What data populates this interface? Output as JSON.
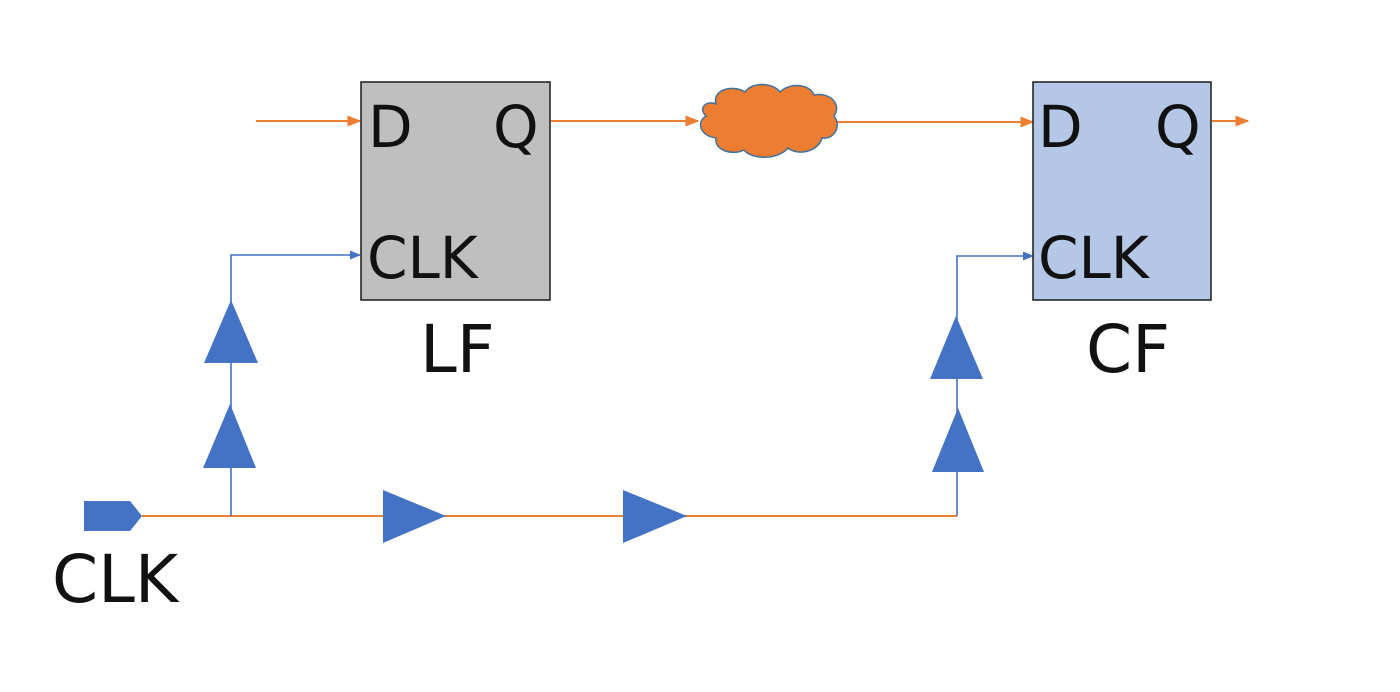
{
  "flipflops": [
    {
      "id": "launch",
      "pin_d": "D",
      "pin_q": "Q",
      "pin_clk": "CLK",
      "name": "LF",
      "fill": "#bfbfbf"
    },
    {
      "id": "capture",
      "pin_d": "D",
      "pin_q": "Q",
      "pin_clk": "CLK",
      "name": "CF",
      "fill": "#b4c7e7"
    }
  ],
  "clock_port": {
    "label": "CLK",
    "fill": "#4472c4"
  },
  "colors": {
    "data_wire": "#ed7d31",
    "clock_wire": "#4472c4",
    "buffer_fill": "#4472c4",
    "cloud_fill": "#ed7d31",
    "cloud_stroke": "#41719c",
    "box_stroke": "#1a1a1a"
  },
  "buffers": {
    "launch_branch_count": 2,
    "main_path_count": 2,
    "capture_branch_count": 2
  },
  "icons": {
    "logic_cloud": "combinational-logic-cloud-icon",
    "buffer": "buffer-triangle-icon",
    "port": "input-port-icon"
  }
}
